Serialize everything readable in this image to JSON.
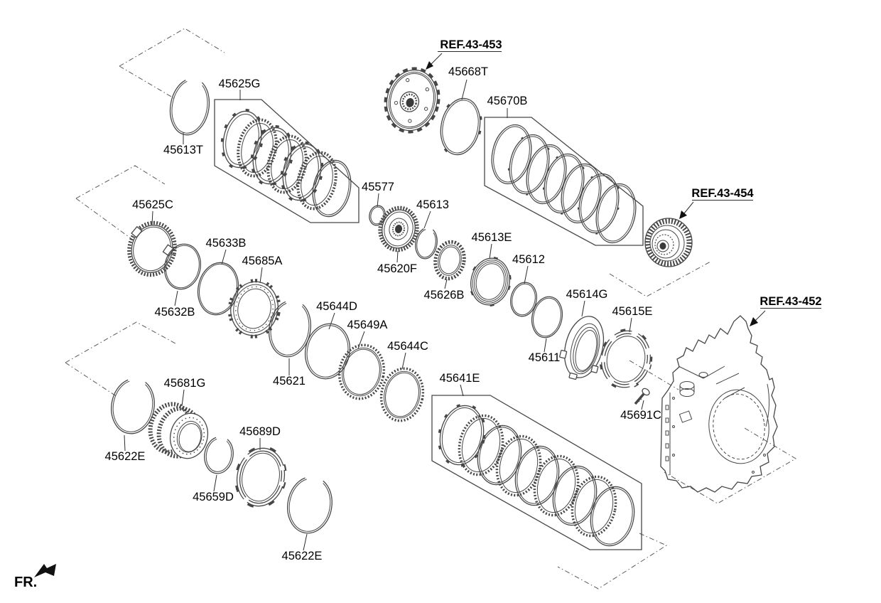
{
  "page": {
    "background": "#ffffff",
    "line_color": "#474747",
    "label_color": "#000000"
  },
  "diagram": {
    "fr_indicator": "FR.",
    "ref_callouts": [
      {
        "id": "ref-43-453",
        "text": "REF.43-453"
      },
      {
        "id": "ref-43-454",
        "text": "REF.43-454"
      },
      {
        "id": "ref-43-452",
        "text": "REF.43-452"
      }
    ],
    "part_labels": [
      {
        "id": "45625G",
        "text": "45625G"
      },
      {
        "id": "45613T",
        "text": "45613T"
      },
      {
        "id": "45668T",
        "text": "45668T"
      },
      {
        "id": "45670B",
        "text": "45670B"
      },
      {
        "id": "45625C",
        "text": "45625C"
      },
      {
        "id": "45633B",
        "text": "45633B"
      },
      {
        "id": "45685A",
        "text": "45685A"
      },
      {
        "id": "45632B",
        "text": "45632B"
      },
      {
        "id": "45577",
        "text": "45577"
      },
      {
        "id": "45613",
        "text": "45613"
      },
      {
        "id": "45620F",
        "text": "45620F"
      },
      {
        "id": "45626B",
        "text": "45626B"
      },
      {
        "id": "45613E",
        "text": "45613E"
      },
      {
        "id": "45612",
        "text": "45612"
      },
      {
        "id": "45611",
        "text": "45611"
      },
      {
        "id": "45614G",
        "text": "45614G"
      },
      {
        "id": "45615E",
        "text": "45615E"
      },
      {
        "id": "45691C",
        "text": "45691C"
      },
      {
        "id": "45621",
        "text": "45621"
      },
      {
        "id": "45644D",
        "text": "45644D"
      },
      {
        "id": "45649A",
        "text": "45649A"
      },
      {
        "id": "45644C",
        "text": "45644C"
      },
      {
        "id": "45641E",
        "text": "45641E"
      },
      {
        "id": "45681G",
        "text": "45681G"
      },
      {
        "id": "45622E-upper",
        "text": "45622E"
      },
      {
        "id": "45659D",
        "text": "45659D"
      },
      {
        "id": "45689D",
        "text": "45689D"
      },
      {
        "id": "45622E-lower",
        "text": "45622E"
      }
    ]
  }
}
